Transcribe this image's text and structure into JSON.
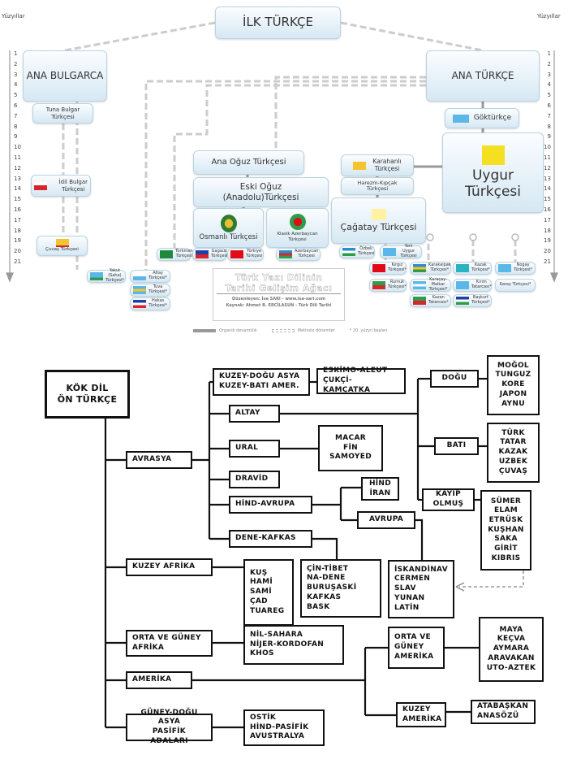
{
  "top": {
    "century_label": "Yüzyıllar",
    "centuries": [
      "1",
      "2",
      "3",
      "4",
      "5",
      "6",
      "7",
      "8",
      "9",
      "10",
      "11",
      "12",
      "13",
      "14",
      "15",
      "16",
      "17",
      "18",
      "19",
      "20",
      "21"
    ],
    "nodes": {
      "ilk": "İLK TÜRKÇE",
      "ana_bulgarca": "ANA BULGARCA",
      "tuna": "Tuna Bulgar\nTürkçesi",
      "idil": "İdil Bulgar\nTürkçesi",
      "cuvas": "Çuvaş Türkçesi",
      "ana_turkce": "ANA TÜRKÇE",
      "gokturkce": "Göktürkçe",
      "uygur": "Uygur\nTürkçesi",
      "karahanli": "Karahanlı\nTürkçesi",
      "harezm": "Harezm-Kıpçak\nTürkçesi",
      "cagatay": "Çağatay Türkçesi",
      "ana_oguz": "Ana Oğuz Türkçesi",
      "eski_oguz": "Eski Oğuz\n(Anadolu)Türkçesi",
      "osmanli": "Osmanlı Türkçesi",
      "klasik_az": "Klasik Azerbaycan\nTürkçesi"
    },
    "leaves": [
      {
        "label": "Türkmen\nTürkçesi",
        "flag": [
          "#1e8a3e",
          "#1e8a3e"
        ]
      },
      {
        "label": "Gagauz\nTürkçesi",
        "flag": [
          "#1f3ea8",
          "#d6262b"
        ]
      },
      {
        "label": "Türkiye\nTürkçesi",
        "flag": [
          "#e30a17",
          "#e30a17"
        ]
      },
      {
        "label": "Azerbaycan\nTürkçesi",
        "flag": [
          "#2b8ccf",
          "#d6262b",
          "#2e9c48"
        ]
      },
      {
        "label": "Özbek\nTürkçesi",
        "flag": [
          "#2b8ccf",
          "#fff",
          "#2e9c48"
        ]
      },
      {
        "label": "Yeni Uygur\nTürkçesi",
        "flag": [
          "#5bb7e8",
          "#5bb7e8"
        ]
      },
      {
        "label": "Yakut (Saha)\nTürkçesi*",
        "flag": [
          "#5bb7e8",
          "#5bb7e8",
          "#2e9c48"
        ]
      },
      {
        "label": "Altay\nTürkçesi*",
        "flag": [
          "#fff",
          "#5bb7e8"
        ]
      },
      {
        "label": "Tuva\nTürkçesi*",
        "flag": [
          "#5bb7e8",
          "#f4c430",
          "#5bb7e8"
        ]
      },
      {
        "label": "Hakas\nTürkçesi*",
        "flag": [
          "#1f3ea8",
          "#fff",
          "#d6262b"
        ]
      },
      {
        "label": "Kırgız\nTürkçesi*",
        "flag": [
          "#e30a17",
          "#e30a17"
        ]
      },
      {
        "label": "Rumuk\nTürkçesi*",
        "flag": [
          "#2e9c48",
          "#d6262b"
        ]
      },
      {
        "label": "Karakalpak\nTürkçesi*",
        "flag": [
          "#2b8ccf",
          "#f4c430",
          "#2e9c48"
        ]
      },
      {
        "label": "Karaçay-Malkar\nTürkçesi*",
        "flag": [
          "#5bb7e8",
          "#fff",
          "#5bb7e8"
        ]
      },
      {
        "label": "Kazan\nTatarcası*",
        "flag": [
          "#2e9c48",
          "#d6262b"
        ]
      },
      {
        "label": "Kazak\nTürkçesi*",
        "flag": [
          "#2bb3c0",
          "#2bb3c0"
        ]
      },
      {
        "label": "Kırım\nTatarcası*",
        "flag": [
          "#5bb7e8",
          "#5bb7e8"
        ]
      },
      {
        "label": "Başkurt\nTürkçesi*",
        "flag": [
          "#1f3ea8",
          "#fff",
          "#2e9c48"
        ]
      },
      {
        "label": "Nogay\nTürkçesi*",
        "flag": [
          "#5bb7e8",
          "#5bb7e8"
        ]
      },
      {
        "label": "Karay Türkçesi*",
        "flag": []
      }
    ],
    "title_box": {
      "line1": "Türk Yazı Dilinin",
      "line2": "Tarihi Gelişim Ağacı",
      "editor": "Düzenleyen: İsa SARI - www.isa-sari.com",
      "source": "Kaynak: Ahmet B. ERCİLASUN - Türk Dili Tarihi"
    },
    "legend": {
      "solid": "Organik devamlılık",
      "dashed": "Metinsiz dönemler",
      "note": "* 20. yüzyıl başları"
    }
  },
  "bottom": {
    "root": "KÖK DİL\nÖN TÜRKÇE",
    "regions": [
      "AVRASYA",
      "KUZEY AFRİKA",
      "ORTA VE GÜNEY\nAFRİKA",
      "AMERİKA",
      "GÜNEY-DOĞU ASYA\nPASİFİK ADALARI"
    ],
    "avrasya": [
      "KUZEY-DOĞU ASYA\nKUZEY-BATI AMER.",
      "ALTAY",
      "URAL",
      "DRAVİD",
      "HİND-AVRUPA",
      "DENE-KAFKAS"
    ],
    "eskimo": "ESKİMO-ALEUT\nÇUKÇİ-KAMÇATKA",
    "macar": "MACAR\nFİN\nSAMOYED",
    "hind_iran": "HİND\nİRAN",
    "avrupa": "AVRUPA",
    "iskandinav": "İSKANDİNAV\nCERMEN\nSLAV\nYUNAN\nLATİN",
    "cin": "ÇİN-TİBET\nNA-DENE\nBURUŞASKİ\nKAFKAS\nBASK",
    "kus": "KUŞ\nHAMİ\nSAMİ\nÇAD\nTUAREG",
    "nil": "NİL-SAHARA\nNİJER-KORDOFAN\nKHOS",
    "ostik": "OSTİK\nHİND-PASİFİK\nAVUSTRALYA",
    "dogu": "DOĞU",
    "dogu_list": "MOĞOL\nTUNGUZ\nKORE\nJAPON\nAYNU",
    "bati": "BATI",
    "bati_list": "TÜRK\nTATAR\nKAZAK\nUZBEK\nÇUVAŞ",
    "kayip": "KAYIP\nOLMUŞ",
    "kayip_list": "SÜMER\nELAM\nETRÜSK\nKUŞHAN\nSAKA\nGİRİT\nKIBRIS",
    "orta_amerika": "ORTA VE\nGÜNEY\nAMERİKA",
    "orta_list": "MAYA\nKEÇVA\nAYMARA\nARAVAKAN\nUTO-AZTEK",
    "kuzey_amerika": "KUZEY\nAMERİKA",
    "kuzey_list": "ATABAŞKAN\nANASÖZÜ"
  }
}
